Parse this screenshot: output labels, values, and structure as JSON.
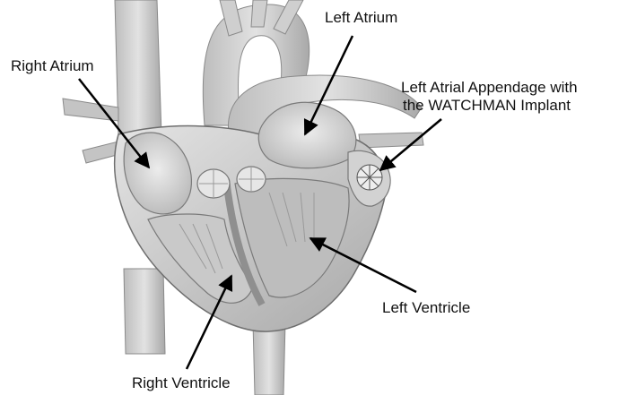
{
  "labels": {
    "left_atrium": "Left Atrium",
    "right_atrium": "Right Atrium",
    "laa_line1": "Left Atrial Appendage with",
    "laa_line2": "the WATCHMAN Implant",
    "left_ventricle": "Left Ventricle",
    "right_ventricle": "Right Ventricle"
  },
  "colors": {
    "tissue_light": "#d9d9d9",
    "tissue_mid": "#b3b3b3",
    "tissue_dark": "#8c8c8c",
    "outline": "#6e6e6e",
    "label_text": "#111111",
    "arrow": "#000000"
  }
}
